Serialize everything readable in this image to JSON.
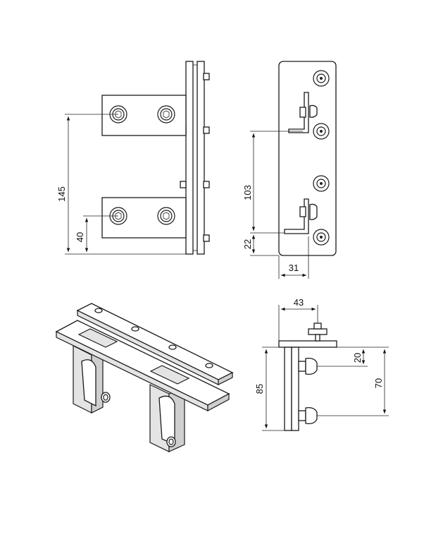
{
  "dimensions": {
    "front_total_height": "145",
    "front_lower_offset": "40",
    "side_slot_spacing": "103",
    "side_bottom_offset": "22",
    "side_width": "31",
    "end_width": "43",
    "end_height": "85",
    "end_slot_top": "20",
    "end_slot_span": "70"
  }
}
